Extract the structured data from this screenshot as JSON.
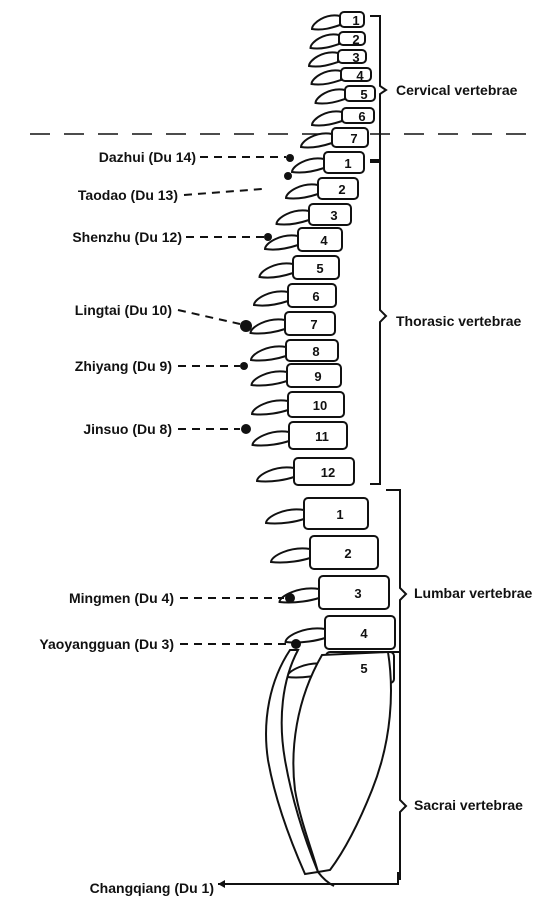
{
  "acupoints": [
    {
      "label": "Dazhui (Du 14)"
    },
    {
      "label": "Taodao (Du 13)"
    },
    {
      "label": "Shenzhu (Du 12)"
    },
    {
      "label": "Lingtai (Du 10)"
    },
    {
      "label": "Zhiyang (Du 9)"
    },
    {
      "label": "Jinsuo (Du 8)"
    },
    {
      "label": "Mingmen (Du 4)"
    },
    {
      "label": "Yaoyangguan (Du 3)"
    },
    {
      "label": "Changqiang (Du 1)"
    }
  ],
  "regions": [
    {
      "label": "Cervical vertebrae"
    },
    {
      "label": "Thorasic vertebrae"
    },
    {
      "label": "Lumbar vertebrae"
    },
    {
      "label": "Sacrai vertebrae"
    }
  ],
  "vertebrae": {
    "cervical": [
      "1",
      "2",
      "3",
      "4",
      "5",
      "6",
      "7"
    ],
    "thoracic": [
      "1",
      "2",
      "3",
      "4",
      "5",
      "6",
      "7",
      "8",
      "9",
      "10",
      "11",
      "12"
    ],
    "lumbar": [
      "1",
      "2",
      "3",
      "4",
      "5"
    ]
  }
}
